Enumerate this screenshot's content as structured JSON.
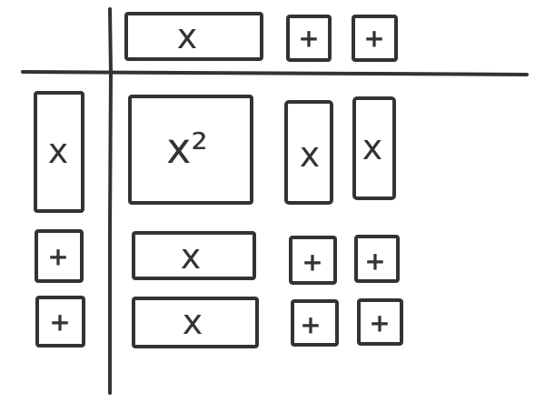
{
  "tiles": {
    "x_long": "x",
    "x_tall": "x",
    "x_squared": "x²",
    "unit": "+"
  },
  "top_factor": [
    "x",
    "+",
    "+"
  ],
  "left_factor": [
    "x",
    "+",
    "+"
  ],
  "product_grid": [
    [
      "x²",
      "x",
      "x"
    ],
    [
      "x",
      "+",
      "+"
    ],
    [
      "x",
      "+",
      "+"
    ]
  ],
  "colors": {
    "stroke": "#333333",
    "background": "#ffffff"
  }
}
